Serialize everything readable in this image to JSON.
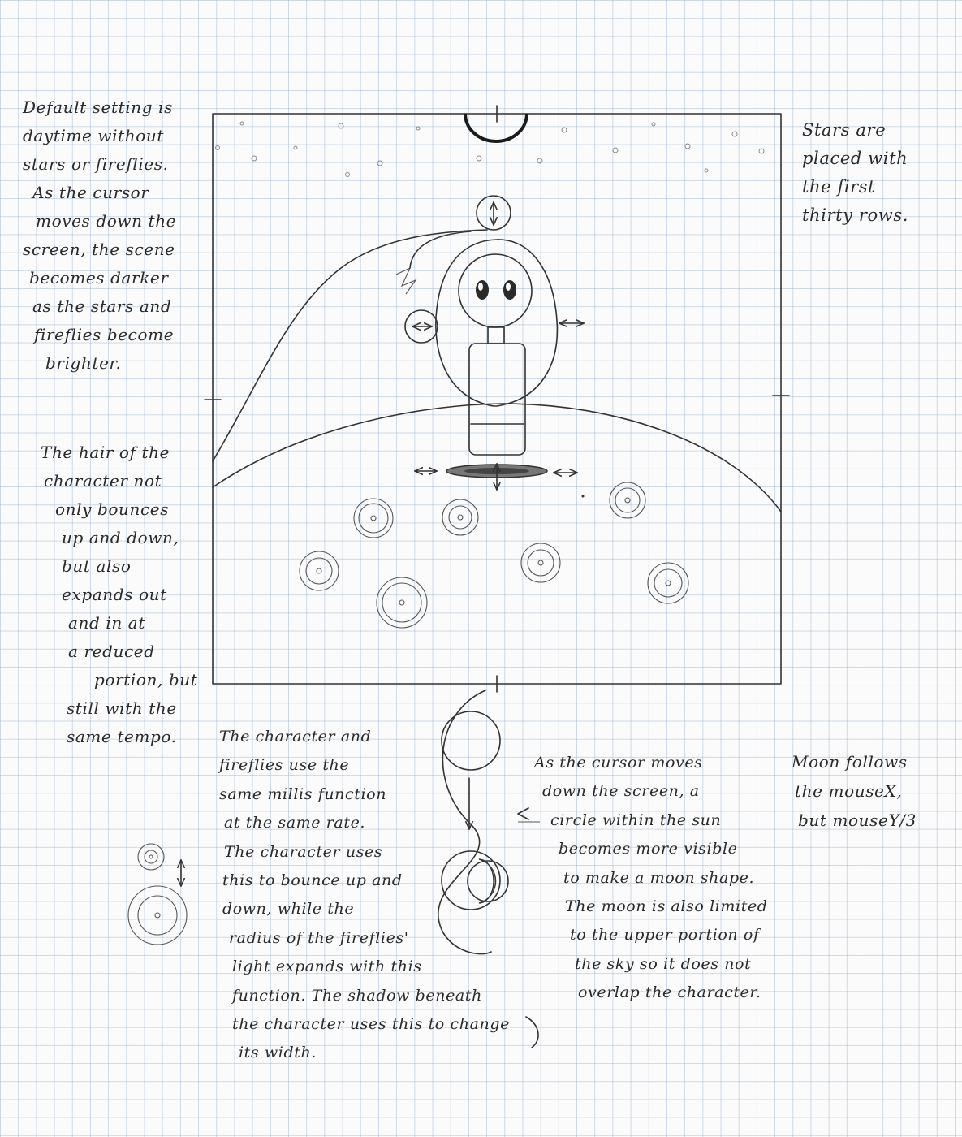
{
  "notes": {
    "default_setting": [
      "Default setting is",
      "daytime without",
      "stars or fireflies.",
      "As the cursor",
      "moves down the",
      "screen, the scene",
      "becomes darker",
      "as the stars and",
      "fireflies become",
      "brighter."
    ],
    "stars": [
      "Stars are",
      "placed with",
      "the first",
      "thirty rows."
    ],
    "hair": [
      "The hair of the",
      "character not",
      "only bounces",
      "up and down,",
      "but also",
      "expands out",
      "and in at",
      "a reduced",
      "portion, but",
      "still with the",
      "same tempo."
    ],
    "millis": [
      "The character and",
      "fireflies use the",
      "same millis function",
      "at the same rate.",
      "The character uses",
      "this to bounce up and",
      "down, while the",
      "radius of the fireflies'",
      "light expands with this",
      "function. The shadow beneath",
      "the character uses this to change",
      "its width."
    ],
    "cursor_moon": [
      "As the cursor moves",
      "down the screen, a",
      "circle within the sun",
      "becomes more visible",
      "to make a moon shape.",
      "The moon is also limited",
      "to the upper portion of",
      "the sky so it does not",
      "overlap the character."
    ],
    "moon_follows": [
      "Moon follows",
      "the mouseX,",
      "but mouseY/3"
    ]
  },
  "colors": {
    "paper": "#fbfbfb",
    "grid": "#96afcd",
    "pencil": "#333333"
  },
  "icons": {
    "arrow": "double-headed-arrow-icon",
    "moon": "crescent-moon-icon",
    "firefly": "firefly-glow-icon"
  }
}
